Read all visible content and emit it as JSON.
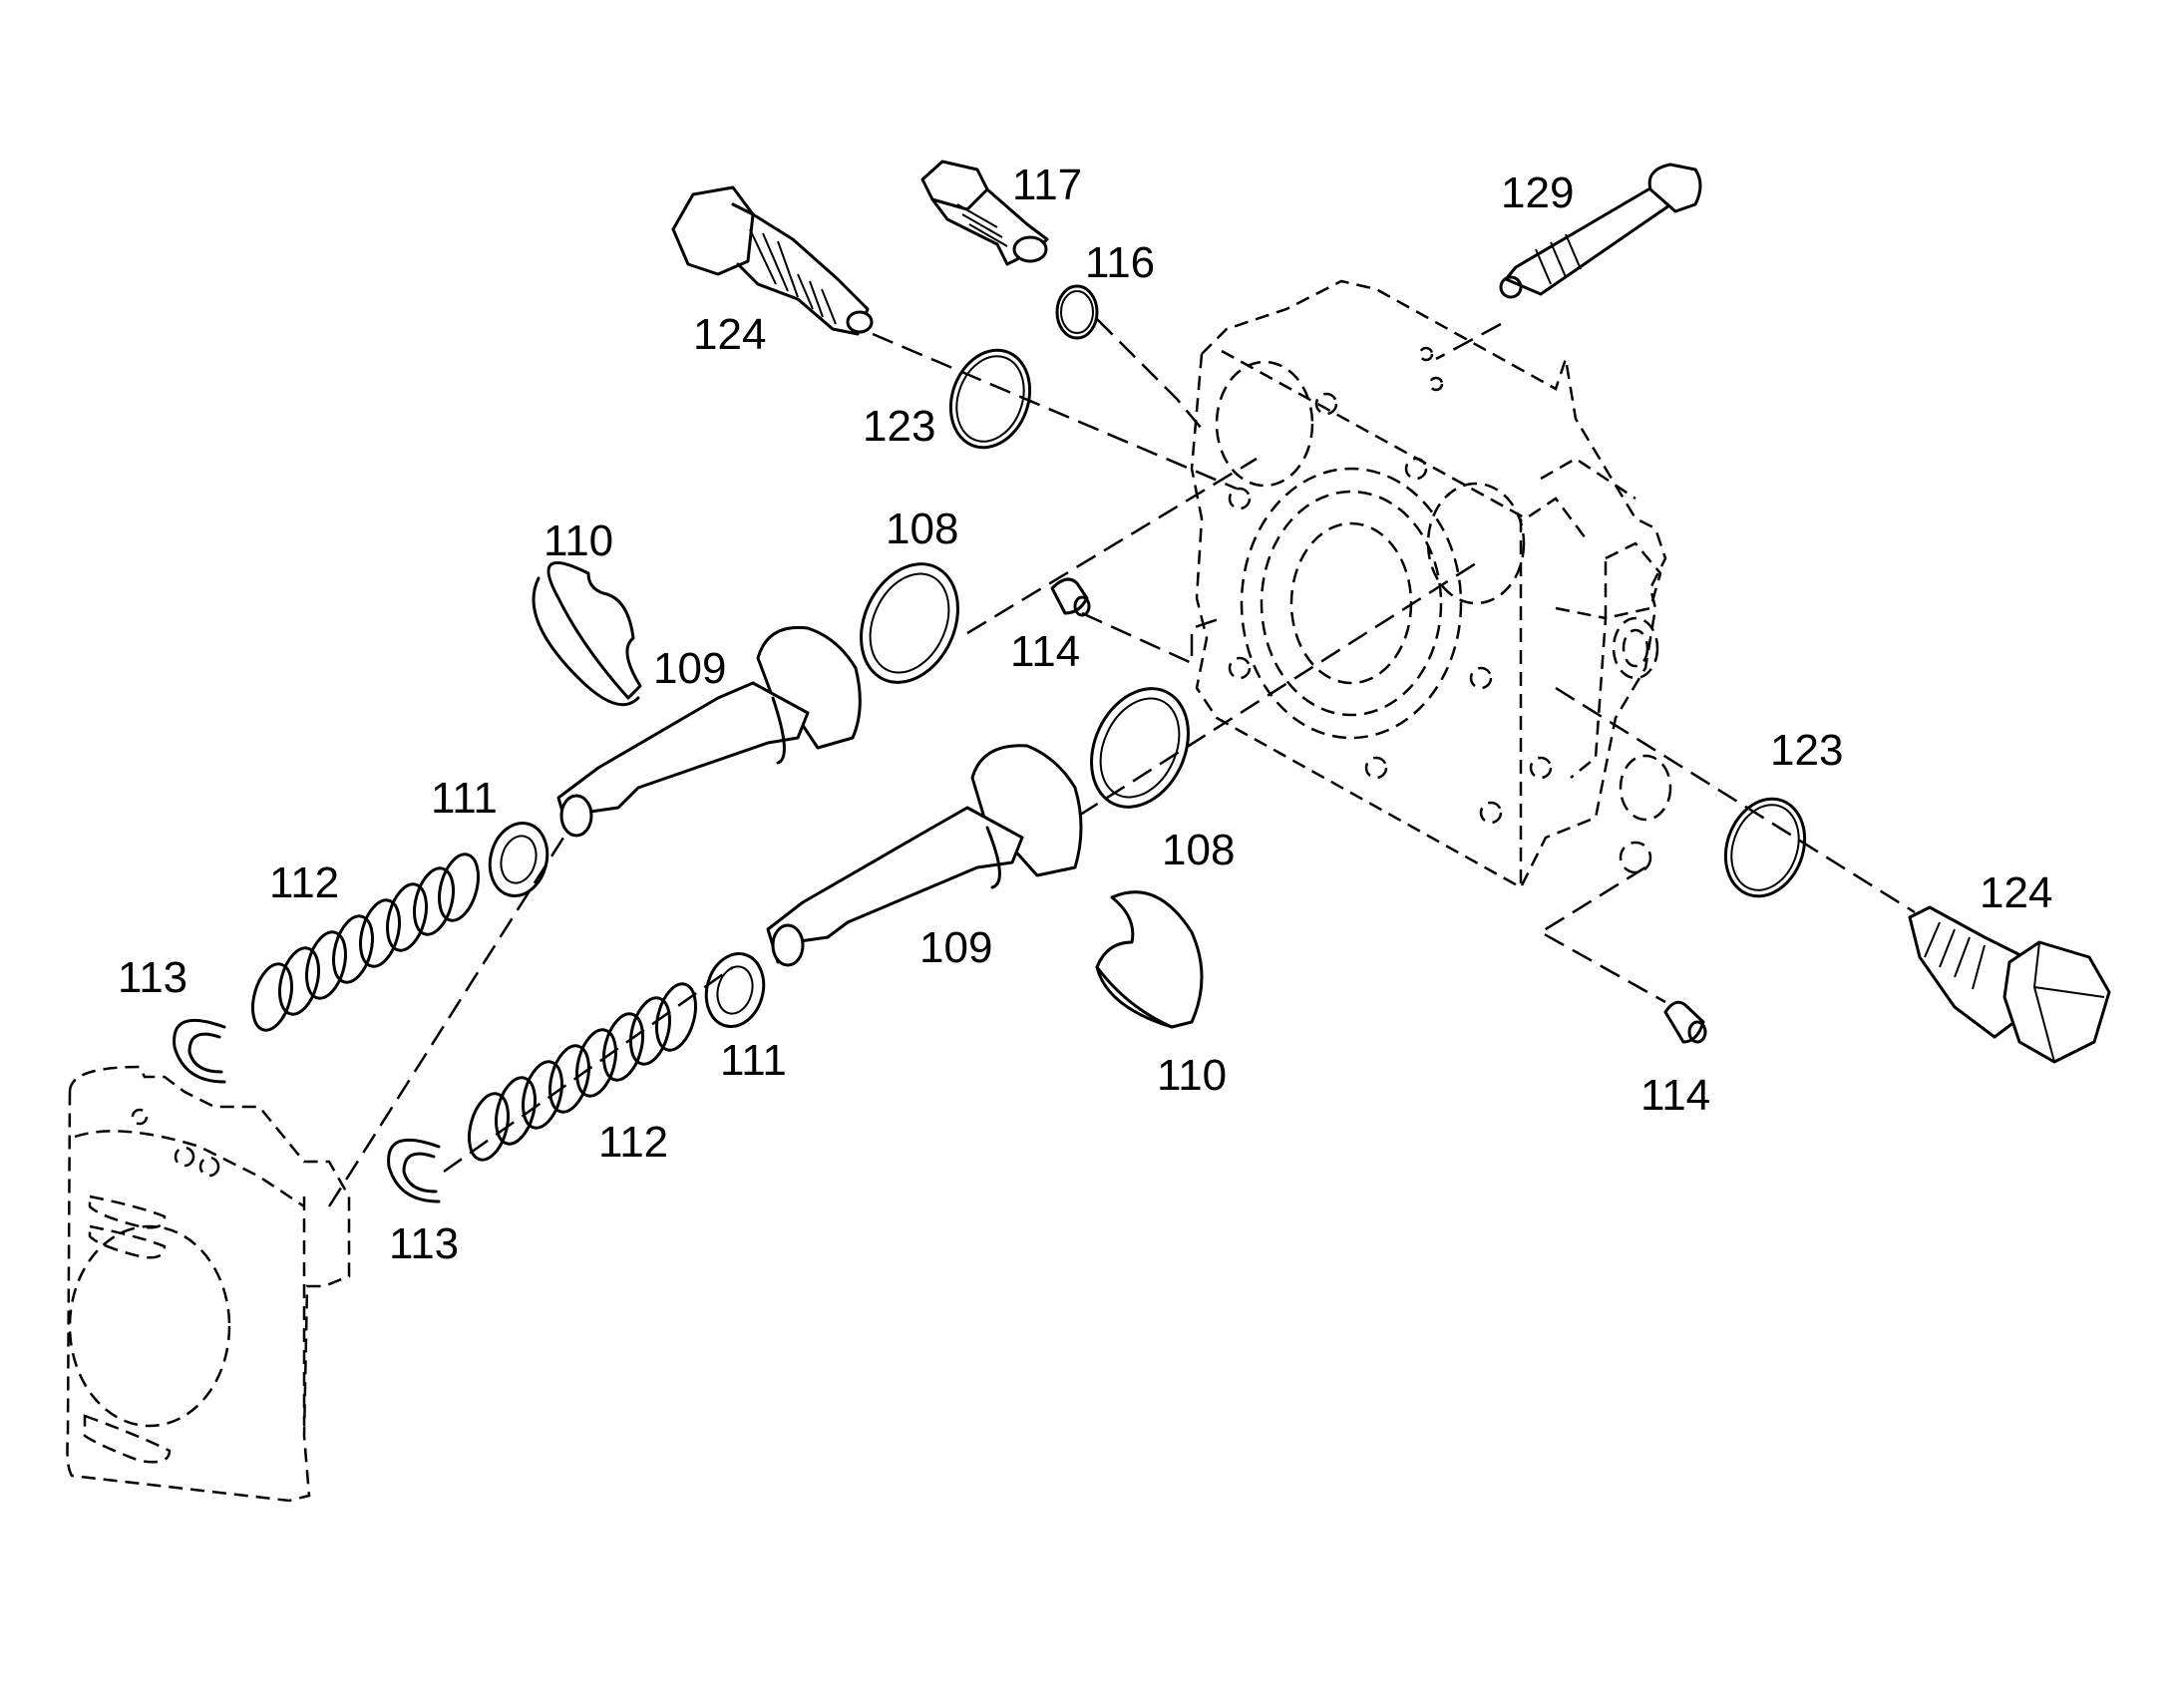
{
  "callouts": {
    "c117": "117",
    "c129": "129",
    "c116": "116",
    "c124a": "124",
    "c123a": "123",
    "c110a": "110",
    "c108a": "108",
    "c109a": "109",
    "c114a": "114",
    "c111a": "111",
    "c112a": "112",
    "c113a": "113",
    "c123b": "123",
    "c124b": "124",
    "c108b": "108",
    "c109b": "109",
    "c110b": "110",
    "c111b": "111",
    "c114b": "114",
    "c112b": "112",
    "c113b": "113"
  }
}
